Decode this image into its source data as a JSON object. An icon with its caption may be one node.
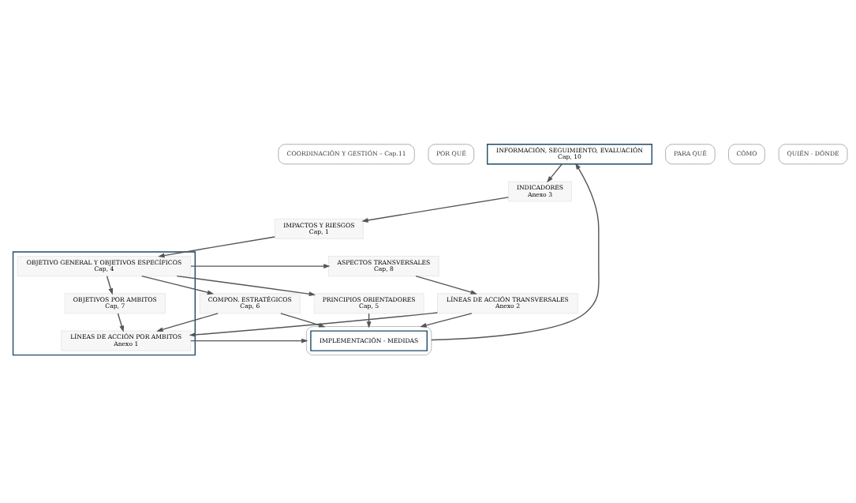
{
  "diagram": {
    "nodes": [
      {
        "text": [
          "COORDINACIÓN Y GESTIÓN – Cap.11"
        ]
      },
      {
        "text": [
          "POR QUÉ"
        ]
      },
      {
        "text": [
          "IMPACTOS Y RIESGOS",
          "Cap, 1"
        ]
      },
      {
        "text": [
          "INDICADORES",
          "Anexo 3"
        ]
      },
      {
        "text": [
          "PARA QUÉ"
        ]
      },
      {
        "text": [
          "CÓMO"
        ]
      },
      {
        "text": [],
        "shape": "box"
      },
      {
        "text": [
          "OBJETIVO GENERAL Y OBJETIVOS ESPECÍFICOS",
          "Cap, 4"
        ],
        "in": 6
      },
      {
        "text": [
          "ASPECTOS TRANSVERSALES",
          "Cap, 8"
        ]
      },
      {
        "text": [
          "OBJETIVOS POR AMBITOS",
          "Cap, 7"
        ],
        "in": 6
      },
      {
        "text": [
          "PRINCIPIOS ORIENTADORES",
          "Cap, 5"
        ]
      },
      {
        "text": [
          "COMPON. ESTRATÉGICOS",
          "Cap, 6"
        ]
      },
      {
        "text": [
          "QUIÉN - DÓNDE"
        ]
      },
      {
        "text": [
          "LÍNEAS DE ACCIÓN TRANSVERSALES",
          "Anexo 2"
        ]
      },
      {
        "text": [
          "LÍNEAS DE ACCIÓN POR AMBITOS",
          "Anexo 1"
        ],
        "in": 6
      },
      {
        "text": [],
        "shape": "bar"
      },
      {
        "text": [
          "IMPLEMENTACIÓN - MEDIDAS"
        ],
        "in": 15
      },
      {
        "text": [
          "INFORMACIÓN, SEGUIMIENTO, EVALUACIÓN",
          "Cap, 10"
        ]
      }
    ],
    "edges": [
      {
        "from": 3,
        "to": 2,
        "arrow": "to"
      },
      {
        "from": 2,
        "to": 7,
        "arrow": "to"
      },
      {
        "from": 7,
        "to": 8,
        "arrow": "to"
      },
      {
        "from": 7,
        "to": 9,
        "arrow": "to"
      },
      {
        "from": 7,
        "to": 10,
        "arrow": "to"
      },
      {
        "from": 7,
        "to": 11,
        "arrow": "to"
      },
      {
        "from": 8,
        "to": 13,
        "arrow": "to"
      },
      {
        "from": 9,
        "to": 14,
        "arrow": "to"
      },
      {
        "from": 13,
        "to": 14,
        "arrow": "to"
      },
      {
        "from": 11,
        "to": 14,
        "arrow": "to"
      },
      {
        "from": 13,
        "to": 15,
        "arrow": "to"
      },
      {
        "from": 14,
        "to": 15,
        "arrow": "to"
      },
      {
        "from": 10,
        "to": 15,
        "arrow": "to"
      },
      {
        "from": 11,
        "to": 15,
        "arrow": "to"
      },
      {
        "from": 15,
        "to": 17,
        "arrow": "to"
      },
      {
        "from": 17,
        "to": 3,
        "arrow": "to"
      }
    ]
  }
}
